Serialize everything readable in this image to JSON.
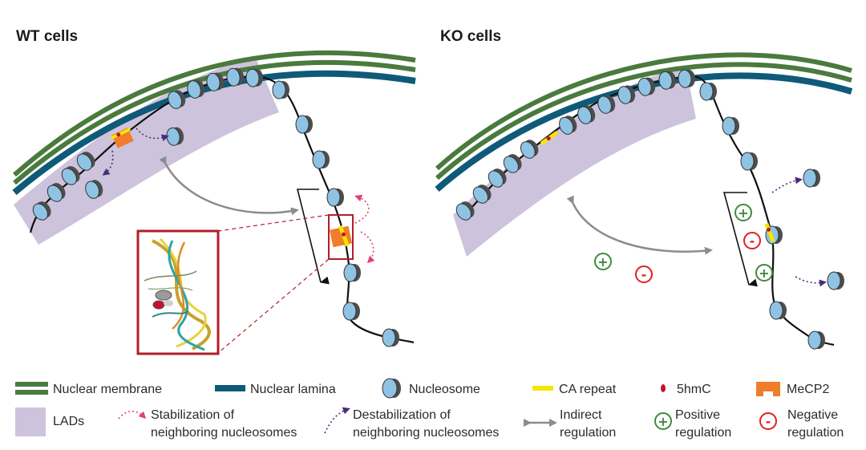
{
  "panels": {
    "wt": {
      "title": "WT cells"
    },
    "ko": {
      "title": "KO cells"
    }
  },
  "signs": {
    "plus": "+",
    "minus": "-"
  },
  "colors": {
    "membrane": "#4a7a3d",
    "lamina": "#0e5a78",
    "lad": "#cdc3dc",
    "nucleosome_face": "#8fc3e3",
    "nucleosome_side": "#4d4d4d",
    "ca_repeat": "#f6e600",
    "hmc": "#c8102e",
    "mecp2": "#f07d2a",
    "stabilization": "#e0407a",
    "destabilization": "#4b2a7a",
    "indirect": "#8c8c8c",
    "positive": "#3f8a3f",
    "negative": "#e02020",
    "inset_border": "#b01e2a"
  },
  "legend": {
    "membrane": "Nuclear membrane",
    "lamina": "Nuclear lamina",
    "nucleosome": "Nucleosome",
    "ca_repeat": "CA repeat",
    "hmc": "5hmC",
    "mecp2": "MeCP2",
    "lads": "LADs",
    "stabilization": [
      "Stabilization of",
      "neighboring nucleosomes"
    ],
    "destabilization": [
      "Destabilization of",
      "neighboring nucleosomes"
    ],
    "indirect": [
      "Indirect",
      "regulation"
    ],
    "positive": [
      "Positive",
      "regulation"
    ],
    "negative": [
      "Negative",
      "regulation"
    ]
  }
}
